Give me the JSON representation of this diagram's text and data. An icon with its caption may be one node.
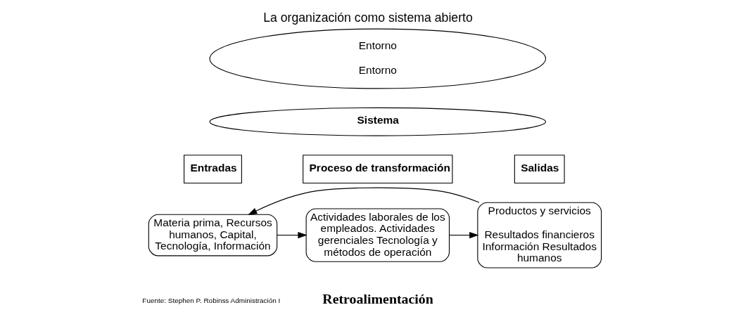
{
  "diagram": {
    "title": "La organización como sistema abierto",
    "caption": "Retroalimentación",
    "nodes": [
      {
        "text": [
          "Entorno",
          "Entorno"
        ]
      },
      {
        "text": [
          "Sistema"
        ]
      },
      {
        "text": [
          "Entradas"
        ]
      },
      {
        "text": [
          "Proceso de transformación"
        ]
      },
      {
        "text": [
          "Salidas"
        ]
      },
      {
        "text": [
          "Materia prima, Recursos humanos, Capital, Tecnología, Información"
        ]
      },
      {
        "text": [
          "Actividades laborales de los empleados. Actividades gerenciales Tecnología y métodos de operación"
        ]
      },
      {
        "text": [
          "Productos y servicios",
          "Resultados financieros Información Resultados humanos"
        ]
      }
    ],
    "edges": [
      {
        "from": 5,
        "to": 6,
        "arrow": "to"
      },
      {
        "from": 6,
        "to": 7,
        "arrow": "to"
      },
      {
        "from": 7,
        "to": 5,
        "arrow": "to"
      }
    ],
    "labels": [
      "Fuente: Stephen P. Robinss Administración I"
    ]
  }
}
